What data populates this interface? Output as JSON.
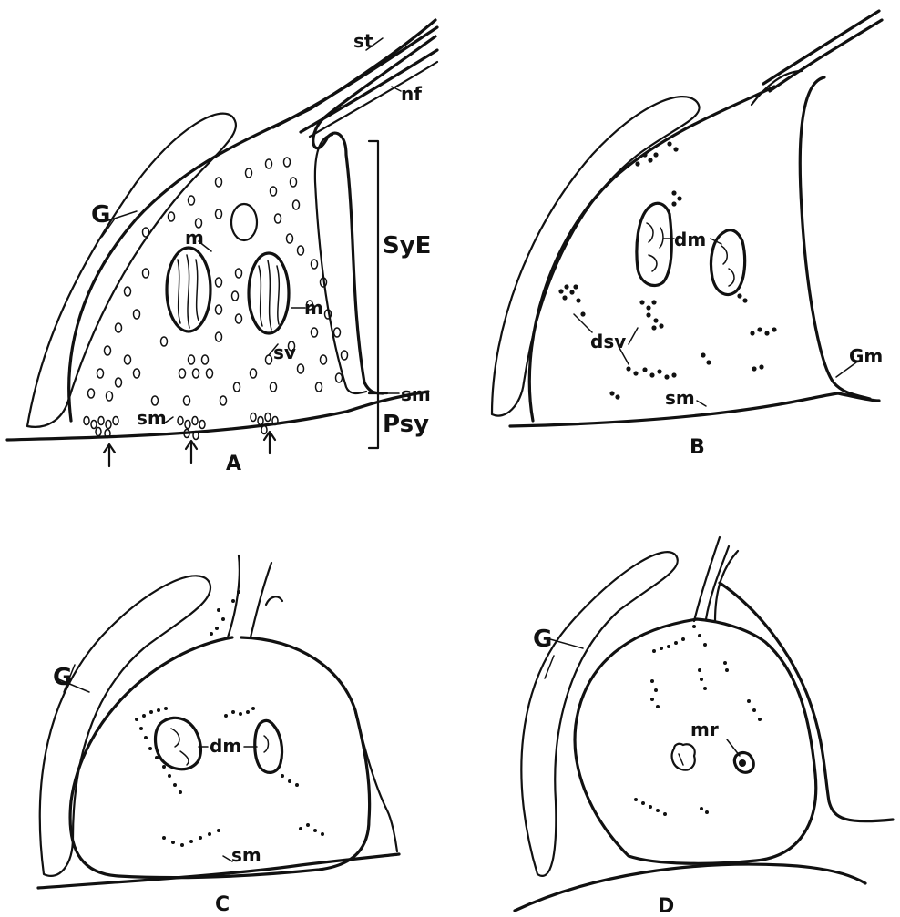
{
  "panels": {
    "A": {
      "panel_label": "A",
      "labels": {
        "st": "st",
        "nf": "nf",
        "G": "G",
        "m1": "m",
        "m2": "m",
        "sv": "sv",
        "sm1": "sm",
        "sm2": "sm",
        "SyE": "SyE",
        "Psy": "Psy"
      }
    },
    "B": {
      "panel_label": "B",
      "labels": {
        "dm": "dm",
        "dsv": "dsv",
        "sm": "sm",
        "Gm": "Gm"
      }
    },
    "C": {
      "panel_label": "C",
      "labels": {
        "G": "G",
        "dm": "dm",
        "sm": "sm"
      }
    },
    "D": {
      "panel_label": "D",
      "labels": {
        "G": "G",
        "mr": "mr"
      }
    }
  }
}
